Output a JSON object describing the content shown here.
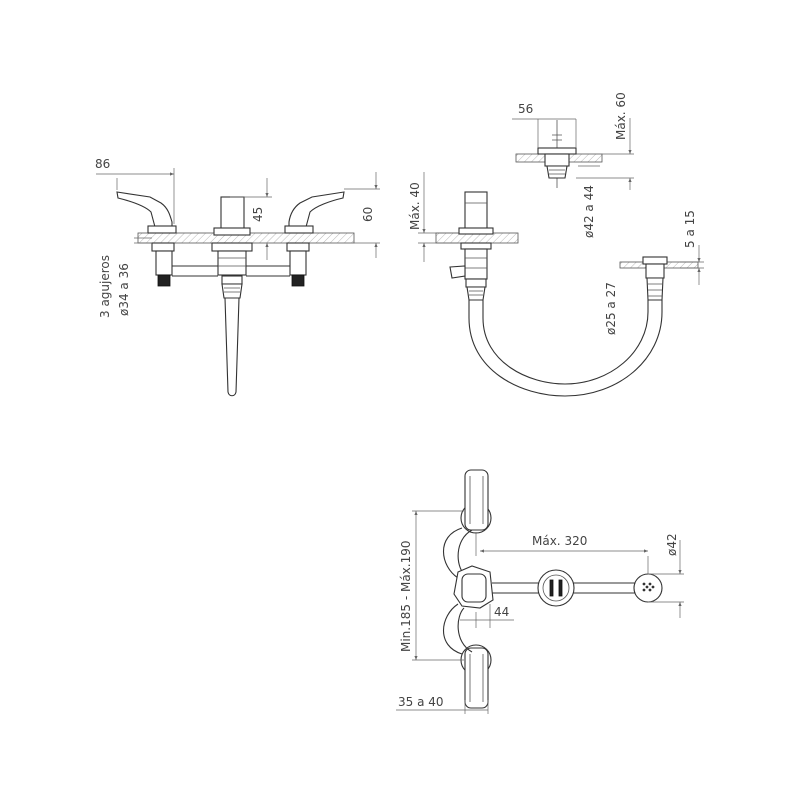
{
  "views": {
    "front": {
      "dim_handle_width": "86",
      "dim_spout_height": "45",
      "dim_total_height": "60",
      "holes_line1": "3 agujeros",
      "holes_line2": "ø34 a 36"
    },
    "side": {
      "dim_max_height": "Máx. 40",
      "dim_hose_diameter": "ø25 a 27",
      "dim_deck_thickness": "5 a 15"
    },
    "drain": {
      "dim_width": "56",
      "dim_max_depth": "Máx. 60",
      "dim_hole_diameter": "ø42 a 44"
    },
    "top": {
      "dim_max_length": "Máx. 320",
      "dim_drain_diameter": "ø42",
      "dim_spread": "Min.185 - Máx.190",
      "dim_center": "44",
      "dim_handle": "35 a 40"
    }
  }
}
